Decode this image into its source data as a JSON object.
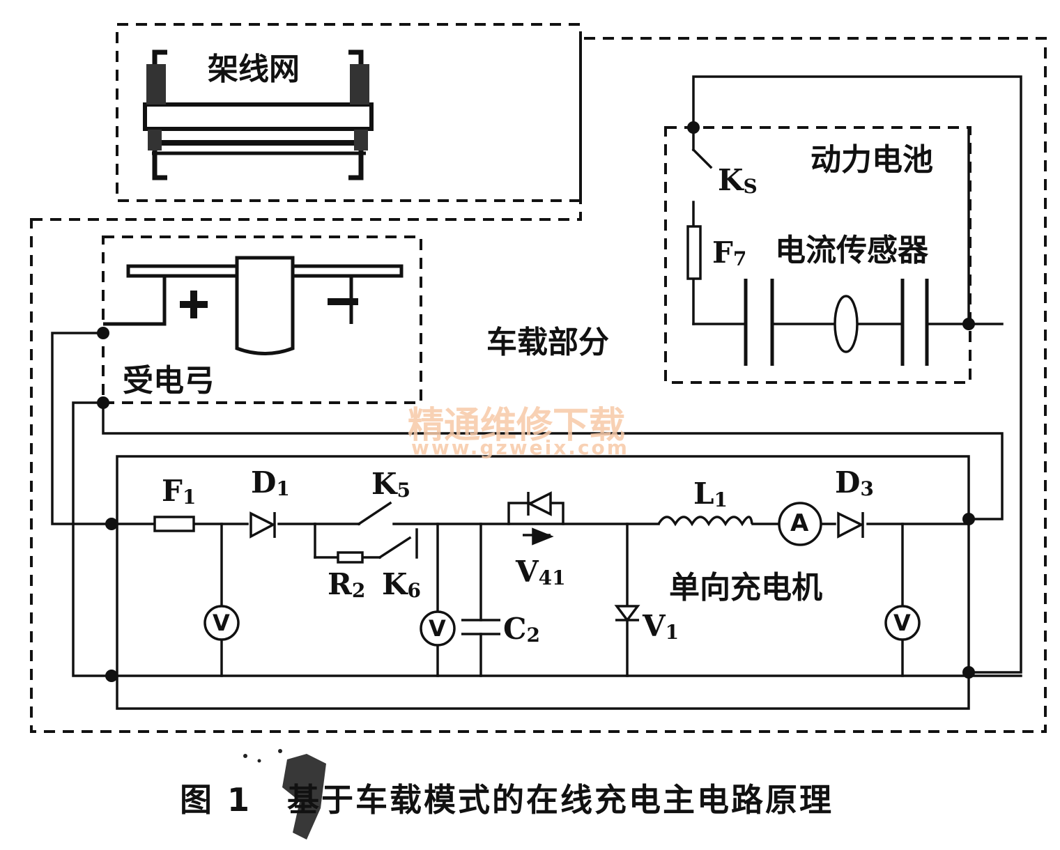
{
  "labels": {
    "overhead_line": "架线网",
    "pantograph": "受电弓",
    "onboard_part": "车载部分",
    "power_battery": "动力电池",
    "current_sensor": "电流传感器",
    "charger": "单向充电机",
    "plus": "+",
    "minus": "−"
  },
  "components": {
    "ks": {
      "letter": "K",
      "sub": "S"
    },
    "f7": {
      "letter": "F",
      "sub": "7"
    },
    "f1": {
      "letter": "F",
      "sub": "1"
    },
    "d1": {
      "letter": "D",
      "sub": "1"
    },
    "k5": {
      "letter": "K",
      "sub": "5"
    },
    "r2": {
      "letter": "R",
      "sub": "2"
    },
    "k6": {
      "letter": "K",
      "sub": "6"
    },
    "v41": {
      "letter": "V",
      "sub": "41"
    },
    "c2": {
      "letter": "C",
      "sub": "2"
    },
    "v1": {
      "letter": "V",
      "sub": "1"
    },
    "l1": {
      "letter": "L",
      "sub": "1"
    },
    "d3": {
      "letter": "D",
      "sub": "3"
    }
  },
  "meters": {
    "voltmeter": "V",
    "ammeter": "A"
  },
  "watermark": {
    "title": "精通维修下载",
    "url": "www.gzweix.com"
  },
  "caption": {
    "figure": "图 1",
    "text": "基于车载模式的在线充电主电路原理"
  },
  "colors": {
    "ink": "#111111",
    "watermark": "#f7c9a8",
    "background": "#ffffff"
  }
}
